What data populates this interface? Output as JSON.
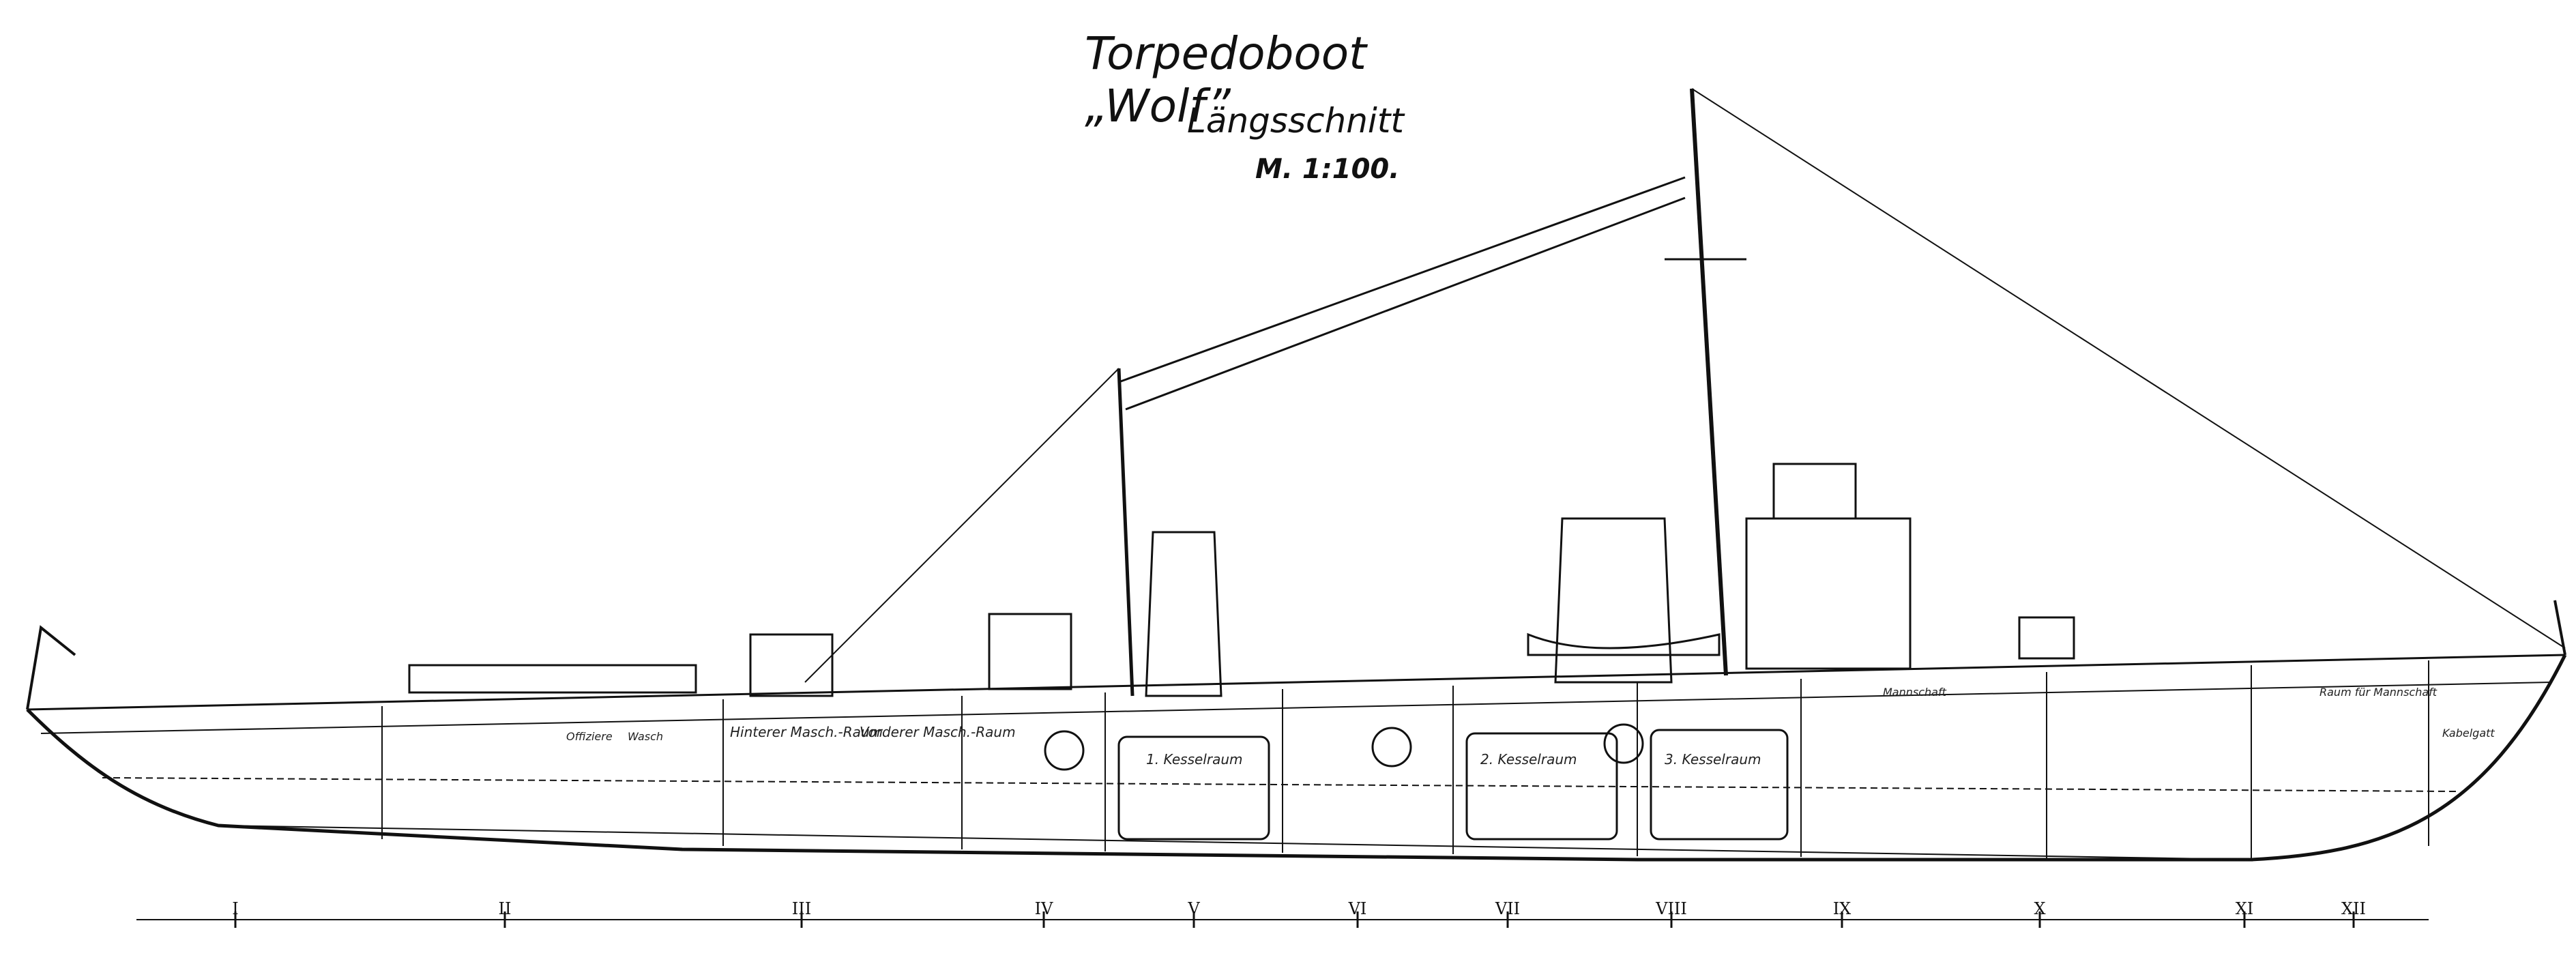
{
  "title": "Torpedoboot „Wolf”",
  "subtitle": "Längsschnitt",
  "scale": "M. 1:100.",
  "compartments": [
    "Hinterer Masch.-Raum",
    "Vorderer Masch.-Raum",
    "1. Kesselraum",
    "2. Kesselraum",
    "3. Kesselraum",
    "Offiziere",
    "Wasch",
    "Mannschaft",
    "Raum für Mannschaft",
    "Kabelgatt"
  ],
  "roman_sections": [
    "I",
    "II",
    "III",
    "IV",
    "V",
    "VI",
    "VII",
    "VIII",
    "IX",
    "X",
    "XI",
    "XII"
  ],
  "colors": {
    "ink": "#111111",
    "paper": "#ffffff"
  }
}
